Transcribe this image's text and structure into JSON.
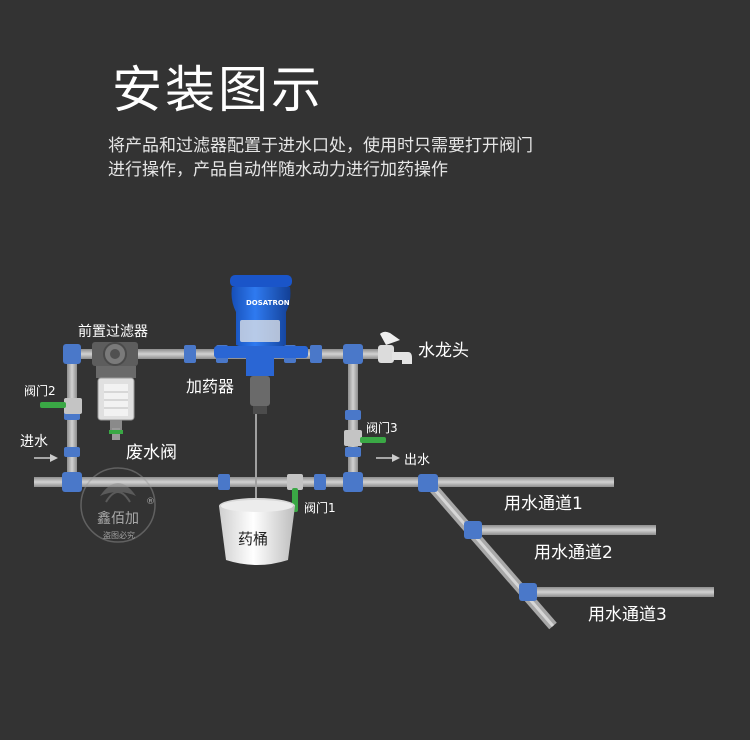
{
  "header": {
    "title": "安装图示",
    "desc_line1": "将产品和过滤器配置于进水口处，使用时只需要打开阀门",
    "desc_line2": "进行操作，产品自动伴随水动力进行加药操作"
  },
  "labels": {
    "prefilter": "前置过滤器",
    "valve2": "阀门2",
    "inlet": "进水",
    "drain_valve": "废水阀",
    "doser": "加药器",
    "faucet": "水龙头",
    "valve3": "阀门3",
    "outlet": "出水",
    "valve1": "阀门1",
    "bucket": "药桶",
    "channel1": "用水通道1",
    "channel2": "用水通道2",
    "channel3": "用水通道3"
  },
  "device": {
    "brand": "DOSATRON"
  },
  "watermark": {
    "name": "鑫佰加",
    "mark": "®",
    "note": "盗图必究"
  },
  "colors": {
    "pipe": "#b0b0b0",
    "fitting": "#4a78c9",
    "doser_blue": "#1e5fd9",
    "valve_green": "#3aa845"
  }
}
